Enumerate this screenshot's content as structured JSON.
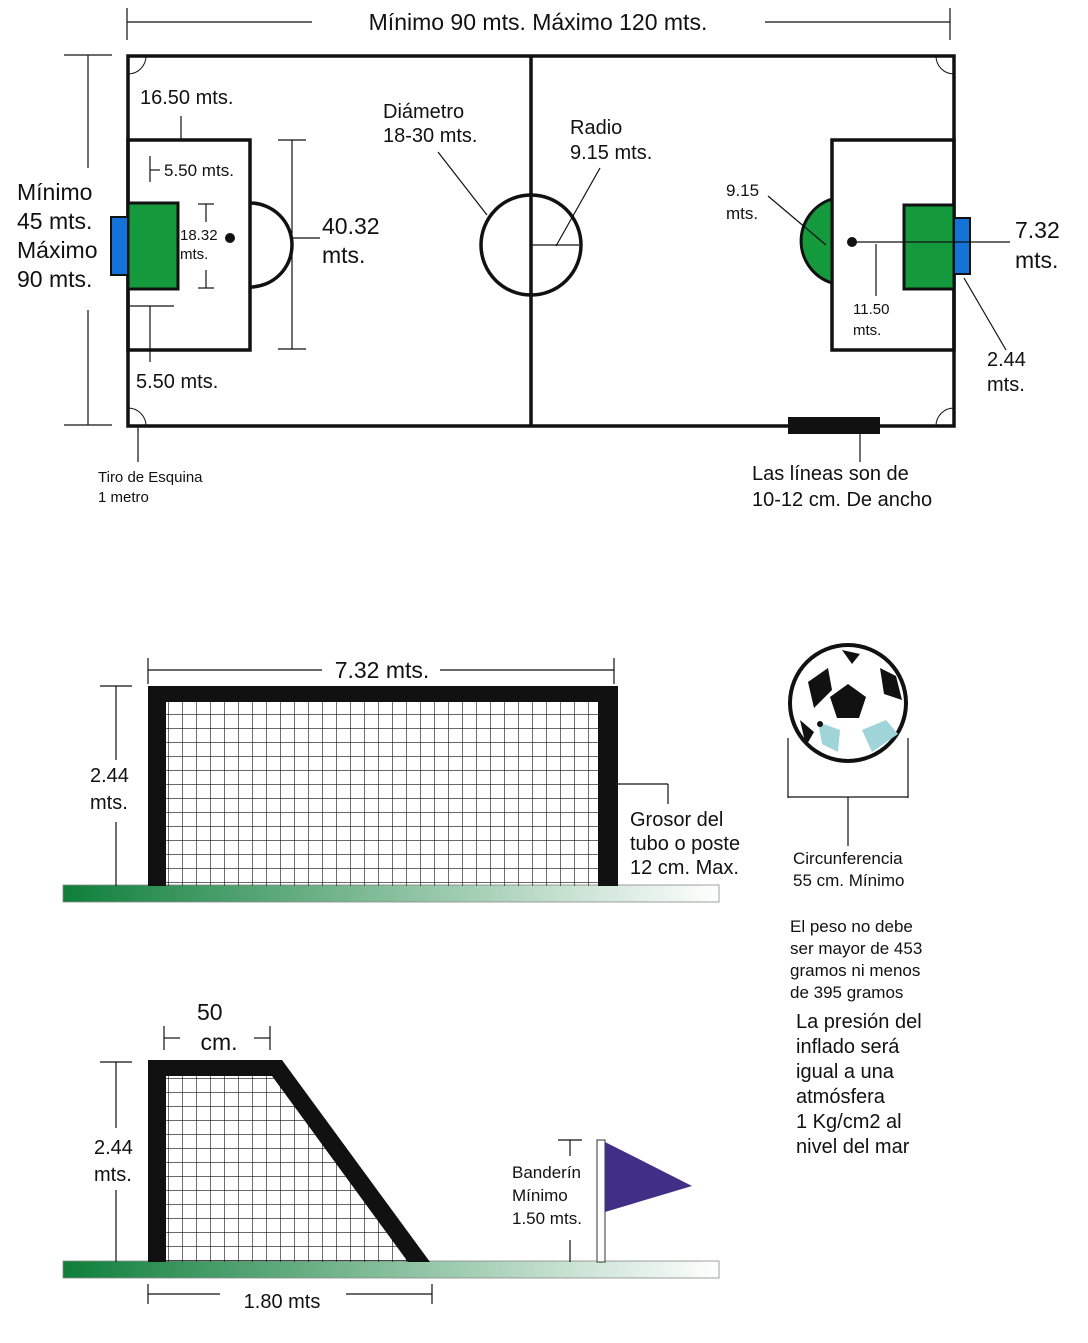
{
  "colors": {
    "goal_area": "#149a3c",
    "goal_post": "#1473d8",
    "ground_start": "#0e7f3a",
    "ground_end": "#ffffff",
    "flag": "#3f2f86",
    "ink": "#111111"
  },
  "field": {
    "length_label": "Mínimo 90 mts. Máximo 120 mts.",
    "width_label": [
      "Mínimo",
      "45 mts.",
      "Máximo",
      "90 mts."
    ],
    "penalty_area_depth": "16.50 mts.",
    "goal_area_depth": "5.50 mts.",
    "goal_area_width": [
      "18.32",
      "mts."
    ],
    "penalty_area_width": [
      "40.32",
      "mts."
    ],
    "goal_area_bottom": "5.50 mts.",
    "circle_diameter": [
      "Diámetro",
      "18-30 mts."
    ],
    "circle_radius": [
      "Radio",
      "9.15 mts."
    ],
    "arc_radius": [
      "9.15",
      "mts."
    ],
    "goal_width": [
      "7.32",
      "mts."
    ],
    "penalty_spot": [
      "11.50",
      "mts."
    ],
    "goal_height": [
      "2.44",
      "mts."
    ],
    "corner": [
      "Tiro de Esquina",
      "1 metro"
    ],
    "lines": [
      "Las líneas son de",
      "10-12 cm. De ancho"
    ]
  },
  "goal_front": {
    "width": "7.32 mts.",
    "height": [
      "2.44",
      "mts."
    ],
    "post": [
      "Grosor del",
      "tubo o poste",
      "12 cm. Max."
    ]
  },
  "goal_side": {
    "top_depth": [
      "50",
      "cm."
    ],
    "height": [
      "2.44",
      "mts."
    ],
    "bottom_depth": "1.80 mts",
    "flag": [
      "Banderín",
      "Mínimo",
      "1.50 mts."
    ]
  },
  "ball": {
    "icon": "soccer-ball-icon",
    "circumference": [
      "Circunferencia",
      "55 cm. Mínimo"
    ],
    "weight": [
      "El peso no debe",
      "ser mayor de 453",
      "gramos ni menos",
      "de 395 gramos"
    ],
    "pressure": [
      "La presión del",
      "inflado será",
      "igual a una",
      "atmósfera",
      "1 Kg/cm2 al",
      "nivel del mar"
    ]
  }
}
